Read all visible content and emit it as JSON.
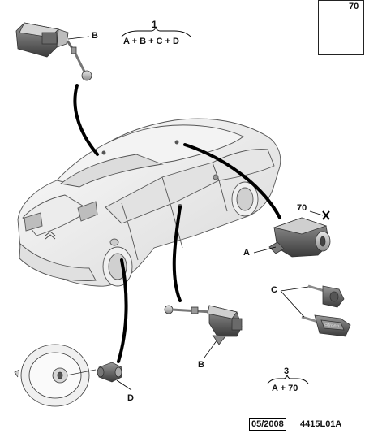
{
  "diagram": {
    "groups": [
      {
        "number": "1",
        "formula": "A + B + C + D"
      },
      {
        "number": "3",
        "formula": "A + 70"
      }
    ],
    "callouts": {
      "a": "A",
      "b_top": "B",
      "b_bottom": "B",
      "c": "C",
      "d": "D",
      "item_70": "70",
      "box_70": "70"
    },
    "key_engraving": "citroen",
    "footer": {
      "date": "05/2008",
      "reference": "4415L01A"
    }
  }
}
